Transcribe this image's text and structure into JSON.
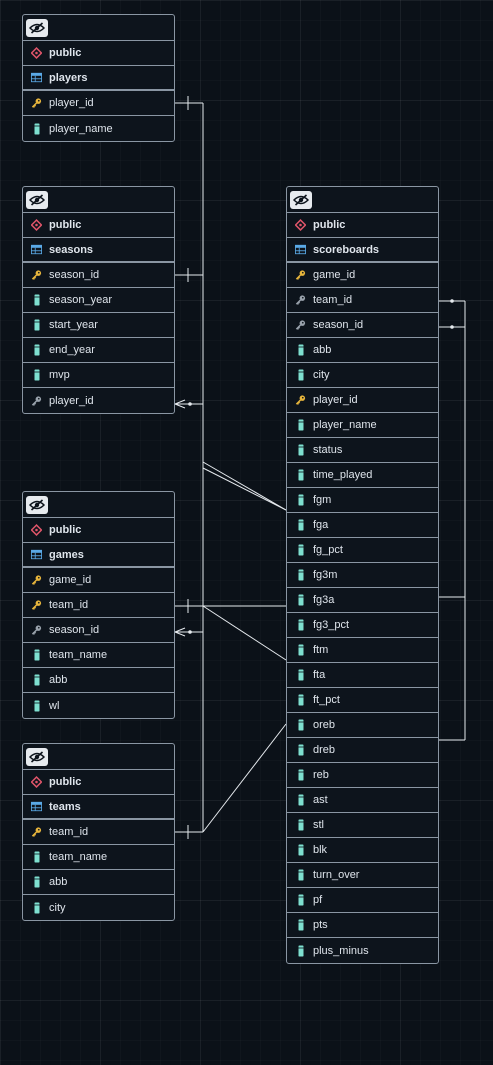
{
  "tables": [
    {
      "schema": "public",
      "name": "players",
      "columns": [
        {
          "name": "player_id",
          "icon": "primary-key-icon"
        },
        {
          "name": "player_name",
          "icon": "column-icon"
        }
      ]
    },
    {
      "schema": "public",
      "name": "seasons",
      "columns": [
        {
          "name": "season_id",
          "icon": "primary-key-icon"
        },
        {
          "name": "season_year",
          "icon": "column-icon"
        },
        {
          "name": "start_year",
          "icon": "column-icon"
        },
        {
          "name": "end_year",
          "icon": "column-icon"
        },
        {
          "name": "mvp",
          "icon": "column-icon"
        },
        {
          "name": "player_id",
          "icon": "foreign-key-icon"
        }
      ]
    },
    {
      "schema": "public",
      "name": "games",
      "columns": [
        {
          "name": "game_id",
          "icon": "primary-key-icon"
        },
        {
          "name": "team_id",
          "icon": "primary-key-icon"
        },
        {
          "name": "season_id",
          "icon": "foreign-key-icon"
        },
        {
          "name": "team_name",
          "icon": "column-icon"
        },
        {
          "name": "abb",
          "icon": "column-icon"
        },
        {
          "name": "wl",
          "icon": "column-icon"
        }
      ]
    },
    {
      "schema": "public",
      "name": "teams",
      "columns": [
        {
          "name": "team_id",
          "icon": "primary-key-icon"
        },
        {
          "name": "team_name",
          "icon": "column-icon"
        },
        {
          "name": "abb",
          "icon": "column-icon"
        },
        {
          "name": "city",
          "icon": "column-icon"
        }
      ]
    },
    {
      "schema": "public",
      "name": "scoreboards",
      "columns": [
        {
          "name": "game_id",
          "icon": "primary-key-icon"
        },
        {
          "name": "team_id",
          "icon": "foreign-key-icon"
        },
        {
          "name": "season_id",
          "icon": "foreign-key-icon"
        },
        {
          "name": "abb",
          "icon": "column-icon"
        },
        {
          "name": "city",
          "icon": "column-icon"
        },
        {
          "name": "player_id",
          "icon": "primary-key-icon"
        },
        {
          "name": "player_name",
          "icon": "column-icon"
        },
        {
          "name": "status",
          "icon": "column-icon"
        },
        {
          "name": "time_played",
          "icon": "column-icon"
        },
        {
          "name": "fgm",
          "icon": "column-icon"
        },
        {
          "name": "fga",
          "icon": "column-icon"
        },
        {
          "name": "fg_pct",
          "icon": "column-icon"
        },
        {
          "name": "fg3m",
          "icon": "column-icon"
        },
        {
          "name": "fg3a",
          "icon": "column-icon"
        },
        {
          "name": "fg3_pct",
          "icon": "column-icon"
        },
        {
          "name": "ftm",
          "icon": "column-icon"
        },
        {
          "name": "fta",
          "icon": "column-icon"
        },
        {
          "name": "ft_pct",
          "icon": "column-icon"
        },
        {
          "name": "oreb",
          "icon": "column-icon"
        },
        {
          "name": "dreb",
          "icon": "column-icon"
        },
        {
          "name": "reb",
          "icon": "column-icon"
        },
        {
          "name": "ast",
          "icon": "column-icon"
        },
        {
          "name": "stl",
          "icon": "column-icon"
        },
        {
          "name": "blk",
          "icon": "column-icon"
        },
        {
          "name": "turn_over",
          "icon": "column-icon"
        },
        {
          "name": "pf",
          "icon": "column-icon"
        },
        {
          "name": "pts",
          "icon": "column-icon"
        },
        {
          "name": "plus_minus",
          "icon": "column-icon"
        }
      ]
    }
  ],
  "colors": {
    "background": "#0b1118",
    "border": "#8a96a3",
    "text": "#dfe5ec",
    "primary_key": "#e8b63c",
    "foreign_key": "#9aa3ad",
    "column": "#7ee0d0",
    "schema": "#e0556a",
    "table": "#5aa9e6",
    "relation_line": "#e6eaee"
  },
  "relationships": [
    {
      "from": "players.player_id",
      "to": "seasons.player_id"
    },
    {
      "from": "seasons.season_id",
      "to": "games.season_id"
    },
    {
      "from": "seasons.season_id",
      "to": "scoreboards.season_id"
    },
    {
      "from": "players.player_id",
      "to": "scoreboards.player_id"
    },
    {
      "from": "games.team_id",
      "to": "scoreboards.team_id"
    },
    {
      "from": "teams.team_id",
      "to": "games.team_id"
    },
    {
      "from": "teams.team_id",
      "to": "scoreboards.team_id"
    }
  ]
}
